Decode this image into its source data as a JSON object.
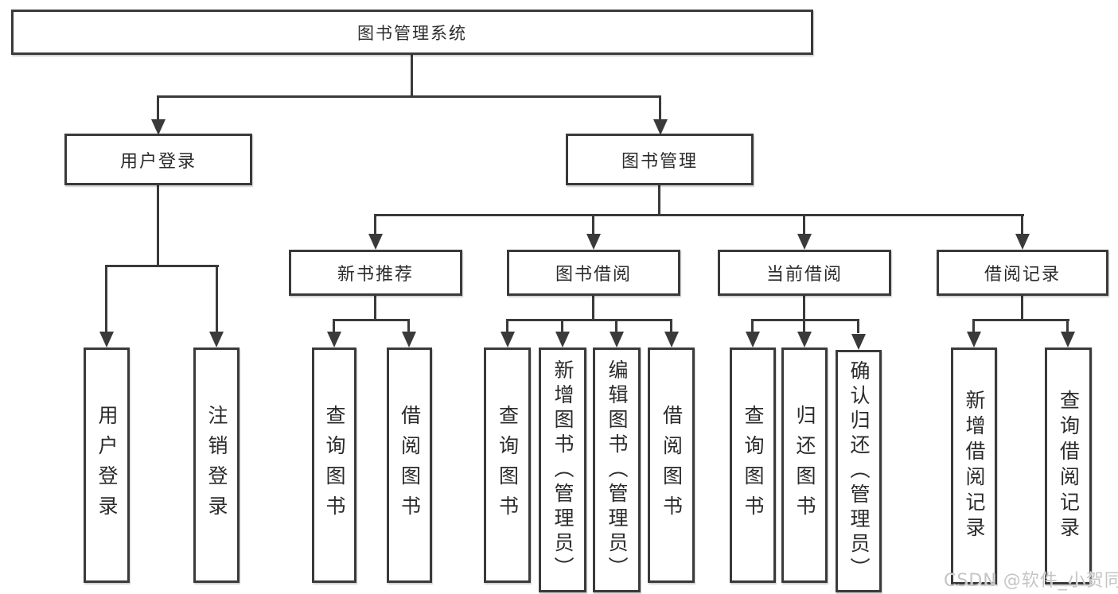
{
  "nodes": {
    "root": "图书管理系统",
    "level2": [
      "用户登录",
      "图书管理"
    ],
    "level3": [
      "新书推荐",
      "图书借阅",
      "当前借阅",
      "借阅记录"
    ],
    "userLoginChildren": [
      "用户登录",
      "注销登录"
    ],
    "newBookChildren": [
      "查询图书",
      "借阅图书"
    ],
    "bookBorrowChildren": [
      "查询图书",
      "新增图书（管理员）",
      "编辑图书（管理员）",
      "借阅图书"
    ],
    "currentBorrowChildren": [
      "查询图书",
      "归还图书",
      "确认归还（管理员）"
    ],
    "borrowRecordChildren": [
      "新增借阅记录",
      "查询借阅记录"
    ]
  },
  "watermark": "CSDN @软件_小贺同学",
  "colors": {
    "line": "#3a3a3a",
    "text": "#2b2b2b",
    "watermark": "#c5c5c5",
    "background": "#ffffff"
  }
}
